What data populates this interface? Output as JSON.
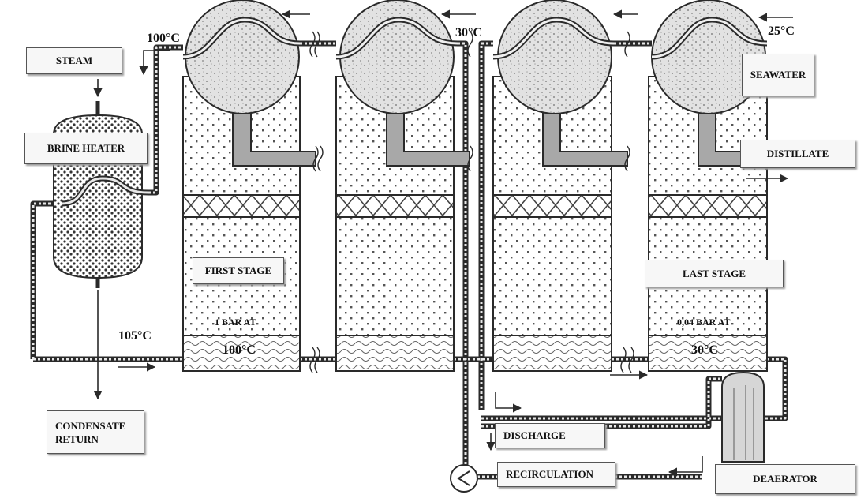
{
  "labels": {
    "steam": "STEAM",
    "brine_heater": "BRINE HEATER",
    "condensate_line1": "CONDENSATE",
    "condensate_line2": "RETURN",
    "first_stage": "FIRST STAGE",
    "last_stage": "LAST STAGE",
    "seawater": "SEAWATER",
    "distillate": "DISTILLATE",
    "discharge": "DISCHARGE",
    "recirculation": "RECIRCULATION",
    "deaerator": "DEAERATOR"
  },
  "temperatures": {
    "brine_out": "100°C",
    "brine_in": "105°C",
    "first_stage_brine": "100°C",
    "last_stage_brine": "30°C",
    "stage2_outlet": "30°C",
    "seawater_in": "25°C"
  },
  "pressures": {
    "first_stage": "1 BAR AT",
    "last_stage": "0,04 BAR AT"
  },
  "colors": {
    "stroke": "#2a2a2a",
    "pipe_fill": "#cfcfcf",
    "condenser_fill": "#dcdcdc",
    "duct_fill": "#a8a8a8"
  }
}
